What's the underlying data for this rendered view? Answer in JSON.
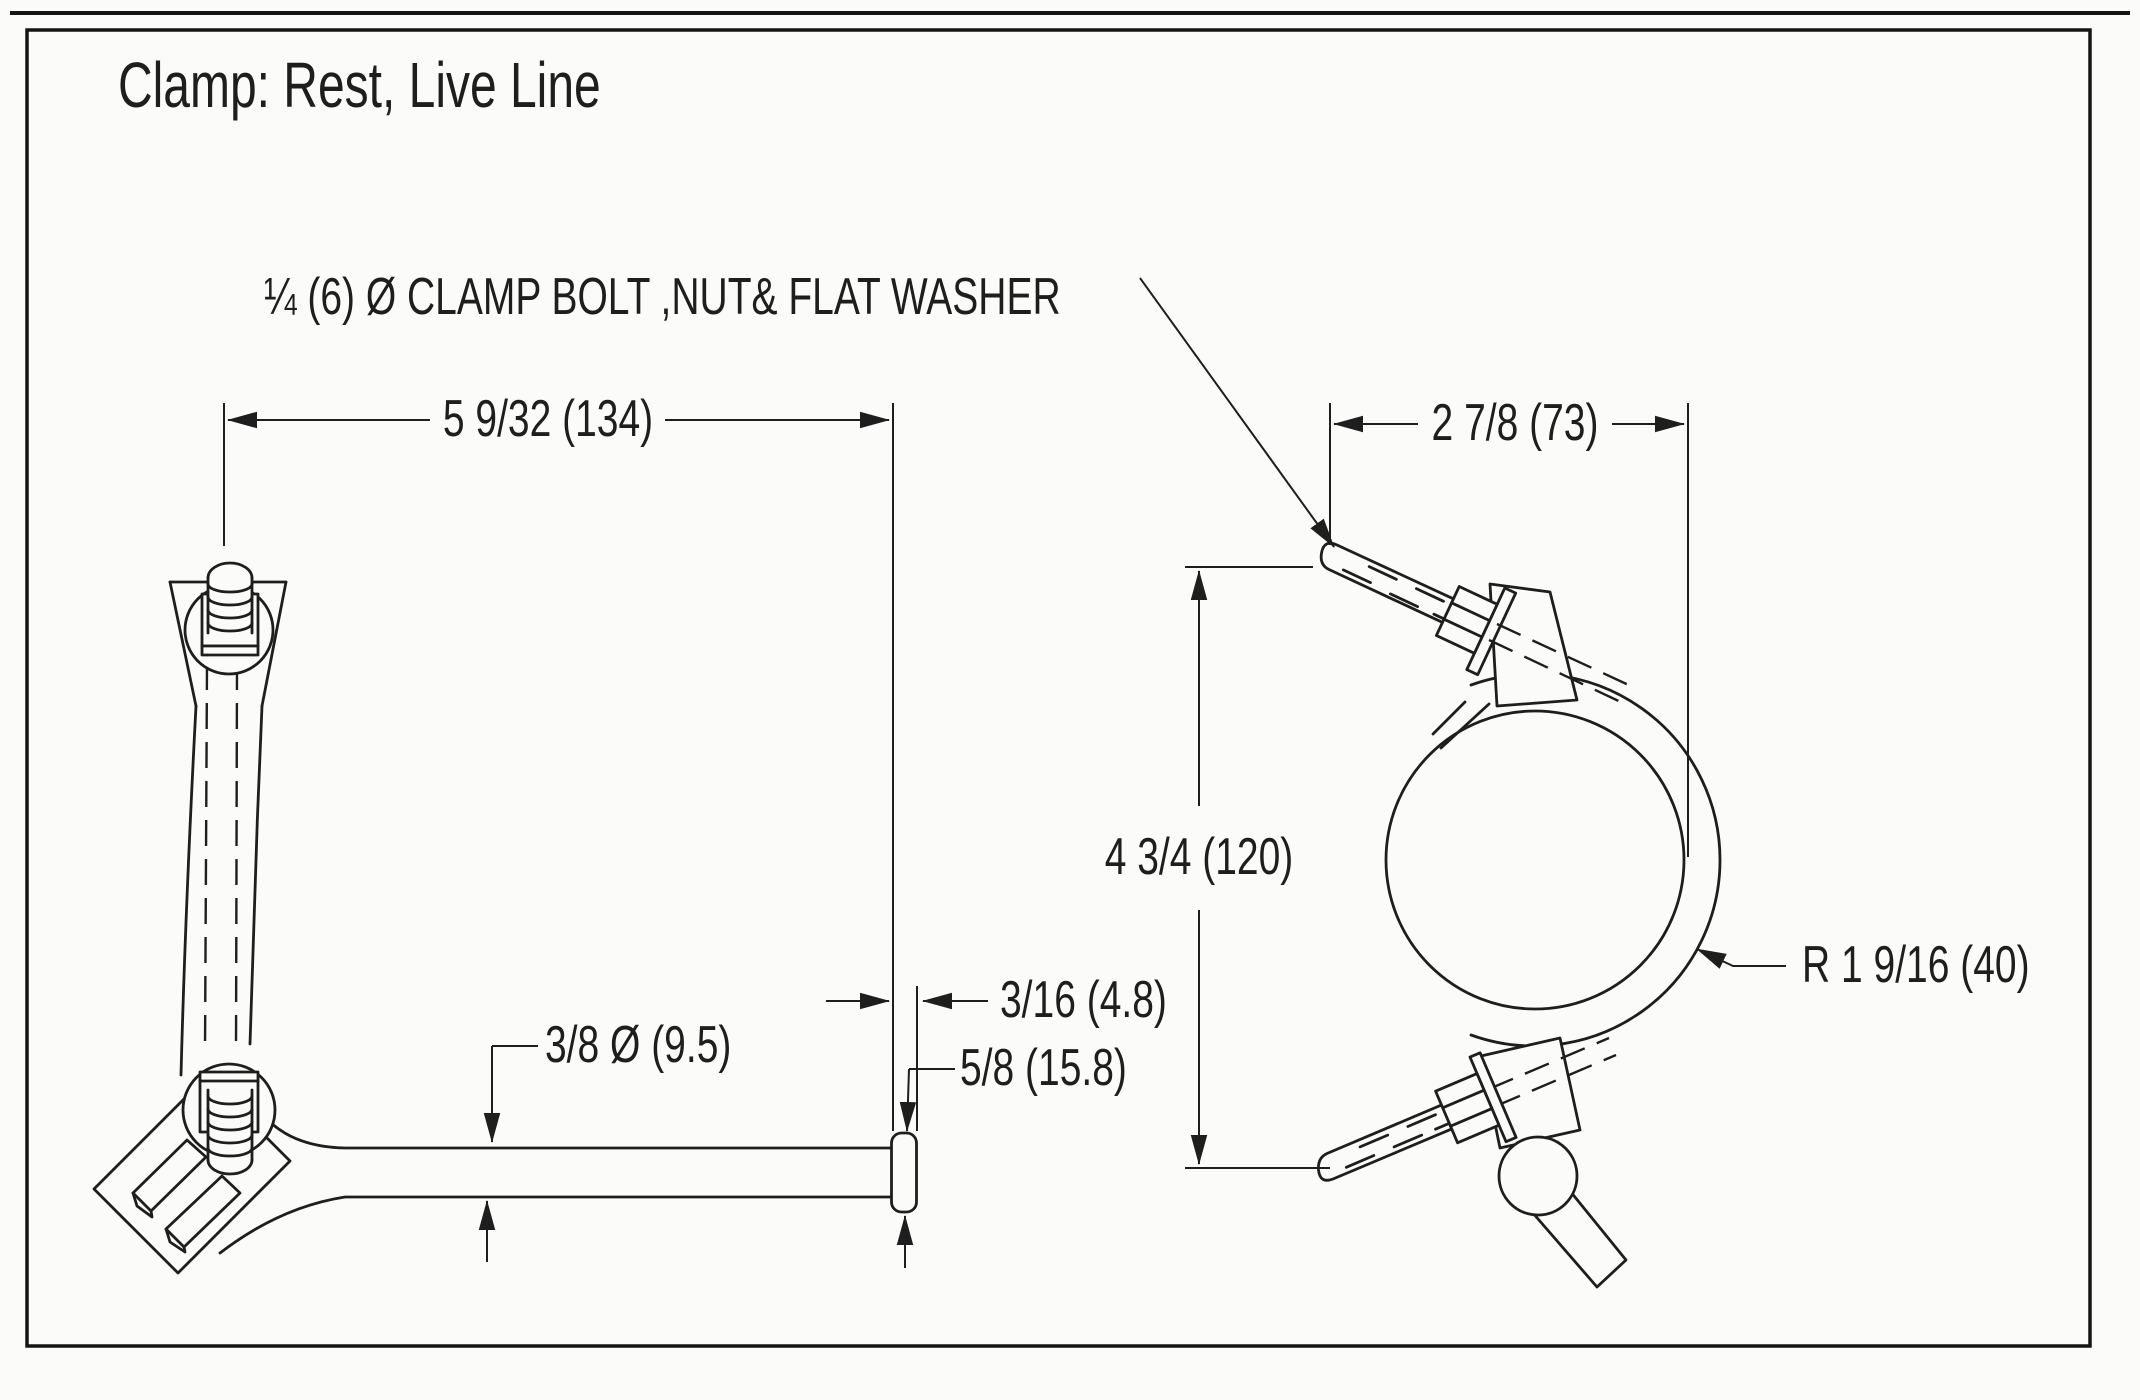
{
  "page": {
    "title": "Clamp: Rest, Live Line"
  },
  "callout": {
    "bolt_note": "¼ (6)  Ø CLAMP BOLT ,NUT& FLAT WASHER"
  },
  "side_view": {
    "dims": {
      "overall_length": "5 9/32 (134)",
      "rod_diameter": "3/8 Ø (9.5)",
      "end_tab_thickness": "3/16 (4.8)",
      "end_tab_height": "5/8 (15.8)"
    }
  },
  "end_view": {
    "dims": {
      "clamp_width": "2 7/8 (73)",
      "overall_height": "4 3/4 (120)",
      "band_radius": "R 1  9/16 (40)"
    }
  },
  "colors": {
    "ink": "#1e1e1e",
    "paper": "#fbfbf9"
  }
}
